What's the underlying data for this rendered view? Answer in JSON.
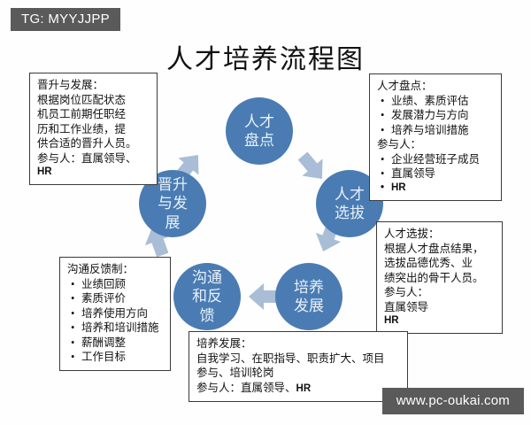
{
  "tag": {
    "label": "TG: MYYJJPP"
  },
  "watermark": {
    "label": "www.pc-oukai.com"
  },
  "title": "人才培养流程图",
  "colors": {
    "circle_fill": "#4a7cb3",
    "circle_text": "#e8f0f8",
    "arrow_fill": "#aabdd6",
    "box_border": "#3a3a3a",
    "banner_bg": "#5a5a5a",
    "background": "#ffffff"
  },
  "circles": [
    {
      "id": "inventory",
      "label": "人才盘点"
    },
    {
      "id": "selection",
      "label": "人才选拔"
    },
    {
      "id": "training",
      "label": "培养发展"
    },
    {
      "id": "feedback",
      "label": "沟通和反馈"
    },
    {
      "id": "promotion",
      "label": "晋升与发展"
    }
  ],
  "arrows": [
    {
      "id": "promotion-to-inventory",
      "from": "晋升与发展",
      "to": "人才盘点"
    },
    {
      "id": "inventory-to-selection",
      "from": "人才盘点",
      "to": "人才选拔"
    },
    {
      "id": "selection-to-training",
      "from": "人才选拔",
      "to": "培养发展"
    },
    {
      "id": "training-to-feedback",
      "from": "培养发展",
      "to": "沟通和反馈"
    },
    {
      "id": "feedback-to-promotion",
      "from": "沟通和反馈",
      "to": "晋升与发展"
    }
  ],
  "boxes": {
    "promotion": {
      "head": "晋升与发展：",
      "body1": "根据岗位匹配状态",
      "body2": "机员工前期任职经",
      "body3": "历和工作业绩，提",
      "body4": "供合适的晋升人员。",
      "participants": "参与人：直属领导、",
      "participants_extra": "HR"
    },
    "inventory": {
      "head": "人才盘点：",
      "items": [
        "业绩、素质评估",
        "发展潜力与方向",
        "培养与培训措施"
      ],
      "participants_head": "参与人：",
      "participants": [
        "企业经营班子成员",
        "直属领导",
        "HR"
      ]
    },
    "selection": {
      "head": "人才选拔：",
      "body1": "根据人才盘点结果，",
      "body2": "选拔品德优秀、业",
      "body3": "绩突出的骨干人员。",
      "participants_head": "参与人：",
      "participants1": "直属领导",
      "participants2": "HR"
    },
    "feedback": {
      "head": "沟通反馈制：",
      "items": [
        "业绩回顾",
        "素质评价",
        "培养使用方向",
        "培养和培训措施",
        "薪酬调整",
        "工作目标"
      ]
    },
    "training": {
      "head": "培养发展：",
      "body1": "自我学习、在职指导、职责扩大、项目",
      "body2": "参与、培训轮岗",
      "participants": "参与人：直属领导、",
      "participants_extra": "HR"
    }
  }
}
